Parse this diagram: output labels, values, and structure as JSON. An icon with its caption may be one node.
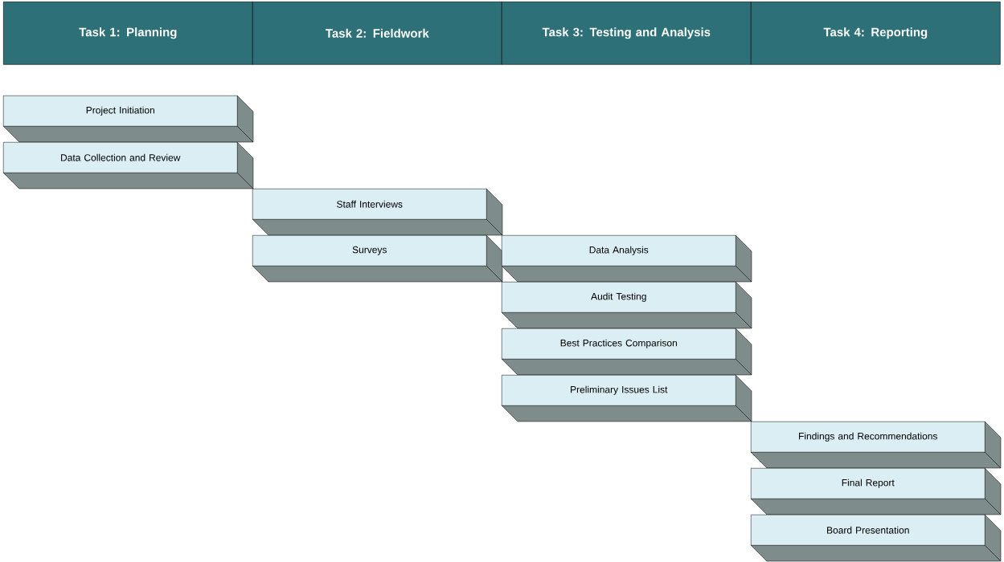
{
  "diagram": {
    "nodes": [
      {
        "text": [
          "Task 1: Planning"
        ]
      },
      {
        "text": [
          "Task 2: Fieldwork"
        ]
      },
      {
        "text": [
          "Task 3: Testing and Analysis"
        ]
      },
      {
        "text": [
          "Task 4: Reporting"
        ]
      },
      {
        "text": [
          "Project Initiation"
        ]
      },
      {
        "text": [
          "Data Collection and Review"
        ]
      },
      {
        "text": [
          "Staff Interviews"
        ]
      },
      {
        "text": [
          "Surveys"
        ]
      },
      {
        "text": [
          "Data Analysis"
        ]
      },
      {
        "text": [
          "Audit Testing"
        ]
      },
      {
        "text": [
          "Best Practices Comparison"
        ]
      },
      {
        "text": [
          "Preliminary Issues List"
        ]
      },
      {
        "text": [
          "Findings and Recommendations"
        ]
      },
      {
        "text": [
          "Final Report"
        ]
      },
      {
        "text": [
          "Board Presentation"
        ]
      }
    ]
  }
}
